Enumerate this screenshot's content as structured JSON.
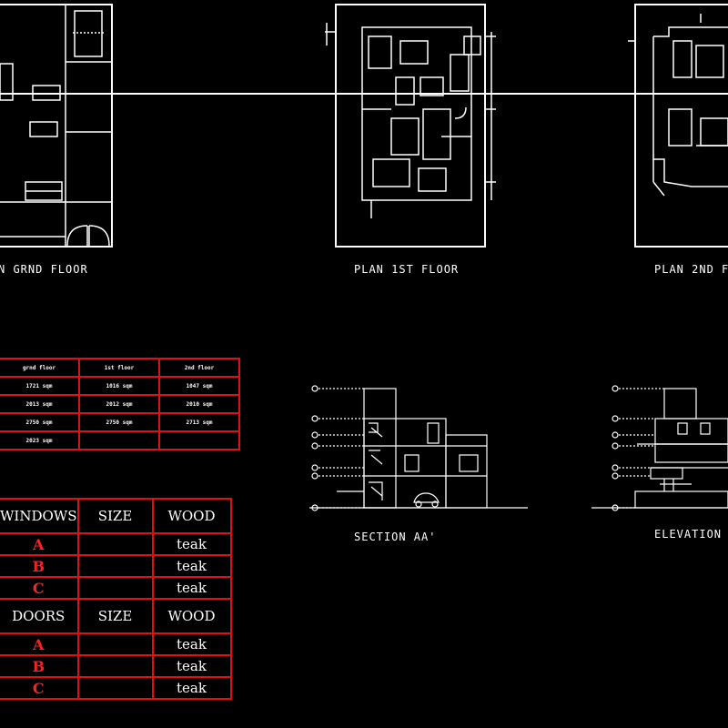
{
  "plans": {
    "ground_label": "N GRND FLOOR",
    "first_label": "PLAN 1ST FLOOR",
    "second_label": "PLAN 2ND F"
  },
  "section_label": "SECTION AA'",
  "elevation_label": "ELEVATION",
  "area_table": {
    "headers": [
      "grnd floor",
      "1st floor",
      "2nd floor"
    ],
    "rows": [
      [
        "1721 sqm",
        "1016 sqm",
        "1047 sqm"
      ],
      [
        "2013 sqm",
        "2012 sqm",
        "2010 sqm"
      ],
      [
        "2750 sqm",
        "2750 sqm",
        "2713 sqm"
      ],
      [
        "2023 sqm",
        "",
        ""
      ]
    ]
  },
  "schedule": {
    "windows_header": [
      "WINDOWS",
      "SIZE",
      "WOOD"
    ],
    "windows": [
      {
        "id": "A",
        "size": "",
        "wood": "teak"
      },
      {
        "id": "B",
        "size": "",
        "wood": "teak"
      },
      {
        "id": "C",
        "size": "",
        "wood": "teak"
      }
    ],
    "doors_header": [
      "DOORS",
      "SIZE",
      "WOOD"
    ],
    "doors": [
      {
        "id": "A",
        "size": "",
        "wood": "teak"
      },
      {
        "id": "B",
        "size": "",
        "wood": "teak"
      },
      {
        "id": "C",
        "size": "",
        "wood": "teak"
      }
    ]
  },
  "colors": {
    "line": "#ffffff",
    "table_border": "#e01010",
    "id_text": "#ff2020"
  }
}
